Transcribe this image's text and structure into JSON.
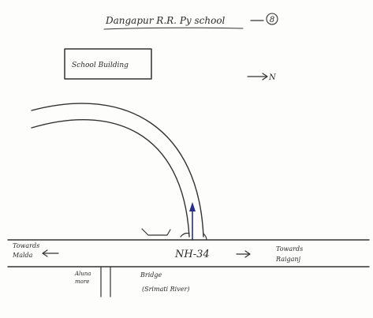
{
  "sketch": {
    "title": "Dangapur R.R. Py school",
    "sheet_number": "8",
    "school_building_label": "School Building",
    "north_label": "N",
    "highway_label": "NH-34",
    "left_destination": [
      "Towards",
      "Malda"
    ],
    "right_destination": [
      "Towards",
      "Raiganj"
    ],
    "side_lane_label": [
      "Aluna",
      "more"
    ],
    "bridge_label": "Bridge",
    "bridge_subtitle": "(Srimati River)"
  },
  "colors": {
    "ink": "#333333",
    "arrow": "#2b2f86",
    "paper": "#fdfdfb"
  }
}
